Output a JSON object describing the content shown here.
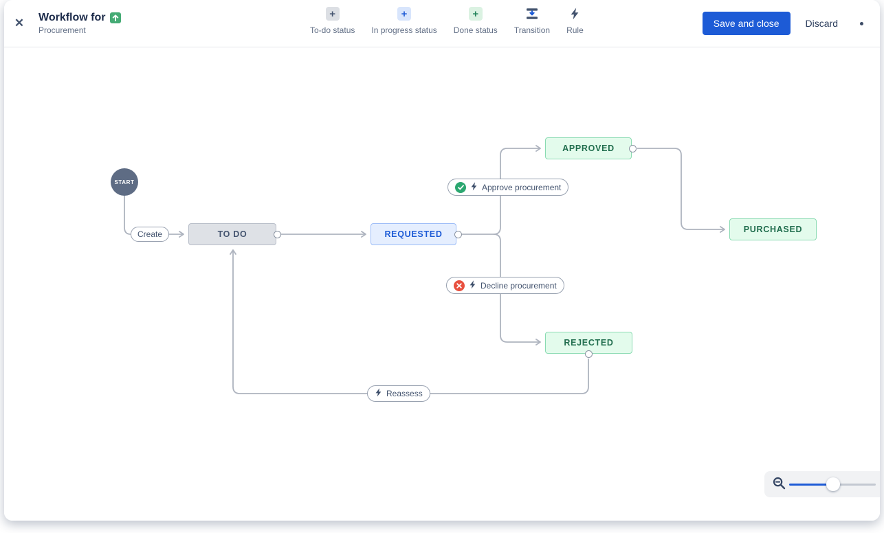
{
  "header": {
    "title": "Workflow for",
    "title_icon": "improvement-issue-type-icon",
    "subtitle": "Procurement",
    "close_icon": "✕",
    "toolbar": {
      "todo_status": {
        "label": "To-do status",
        "icon": "plus-icon"
      },
      "in_progress_status": {
        "label": "In progress status",
        "icon": "plus-icon"
      },
      "done_status": {
        "label": "Done status",
        "icon": "plus-icon"
      },
      "transition": {
        "label": "Transition",
        "icon": "transition-icon"
      },
      "rule": {
        "label": "Rule",
        "icon": "lightning-icon"
      }
    },
    "actions": {
      "save": "Save and close",
      "discard": "Discard",
      "indicator": "•"
    }
  },
  "diagram": {
    "start": {
      "label": "START"
    },
    "statuses": {
      "todo": {
        "label": "TO DO",
        "category": "todo"
      },
      "requested": {
        "label": "REQUESTED",
        "category": "in-progress"
      },
      "approved": {
        "label": "APPROVED",
        "category": "done"
      },
      "purchased": {
        "label": "PURCHASED",
        "category": "done"
      },
      "rejected": {
        "label": "REJECTED",
        "category": "done"
      }
    },
    "transitions": {
      "create": {
        "label": "Create"
      },
      "approve": {
        "label": "Approve procurement",
        "badge_icon": "check-circle-icon",
        "rule_icon": "lightning-icon"
      },
      "decline": {
        "label": "Decline procurement",
        "badge_icon": "cross-circle-icon",
        "rule_icon": "lightning-icon"
      },
      "reassess": {
        "label": "Reassess",
        "rule_icon": "lightning-icon"
      }
    }
  },
  "zoom_control": {
    "icon": "zoom-out-icon"
  },
  "colors": {
    "accent_blue": "#1D5BD6",
    "status_todo_bg": "#DEE1E6",
    "status_todo_text": "#44546F",
    "status_inprogress_bg": "#E5EEFE",
    "status_inprogress_text": "#1D5BD6",
    "status_done_bg": "#E3FBEC",
    "status_done_text": "#216E4E",
    "start_node": "#5E6C84",
    "edge_gray": "#AEB4BF",
    "rule_check_green": "#2BA770",
    "rule_cross_red": "#E8503F",
    "title_icon_green": "#45AB75"
  }
}
